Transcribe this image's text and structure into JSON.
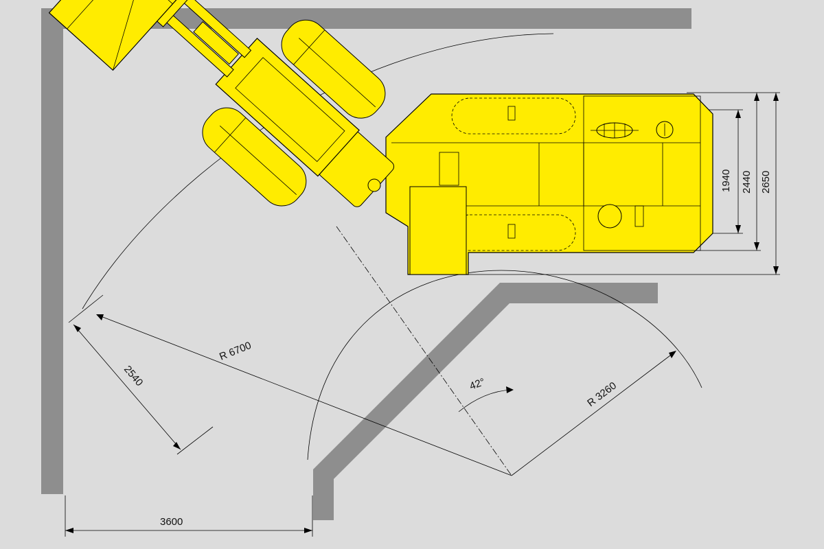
{
  "colors": {
    "background": "#dcdcdc",
    "wall": "#8e8e8e",
    "machine": "#ffec00",
    "outline": "#000000"
  },
  "dimensions": {
    "width_1940": "1940",
    "width_2440": "2440",
    "width_2650": "2650",
    "bucket_2540": "2540",
    "outer_radius": "R 6700",
    "inner_radius": "R 3260",
    "articulation_angle": "42°",
    "drift_width": "3600"
  }
}
